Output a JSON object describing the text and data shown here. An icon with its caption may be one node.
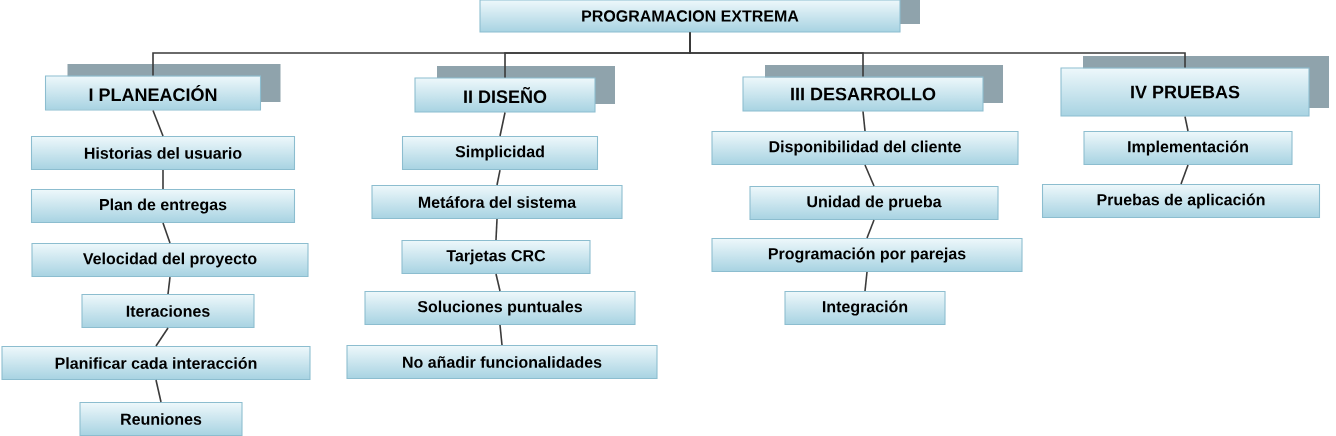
{
  "diagram": {
    "nodes": [
      {
        "text": [
          "PROGRAMACION EXTREMA"
        ]
      },
      {
        "text": [
          "I PLANEACIÓN"
        ]
      },
      {
        "text": [
          "II DISEÑO"
        ]
      },
      {
        "text": [
          "III DESARROLLO"
        ]
      },
      {
        "text": [
          "IV PRUEBAS"
        ]
      },
      {
        "text": [
          "Historias del usuario"
        ]
      },
      {
        "text": [
          "Plan de entregas"
        ]
      },
      {
        "text": [
          "Velocidad del proyecto"
        ]
      },
      {
        "text": [
          "Iteraciones"
        ]
      },
      {
        "text": [
          "Planificar cada interacción"
        ]
      },
      {
        "text": [
          "Reuniones"
        ]
      },
      {
        "text": [
          "Simplicidad"
        ]
      },
      {
        "text": [
          "Metáfora del sistema"
        ]
      },
      {
        "text": [
          "Tarjetas CRC"
        ]
      },
      {
        "text": [
          "Soluciones  puntuales"
        ]
      },
      {
        "text": [
          "No añadir funcionalidades"
        ]
      },
      {
        "text": [
          "Disponibilidad del cliente"
        ]
      },
      {
        "text": [
          "Unidad de prueba"
        ]
      },
      {
        "text": [
          "Programación por parejas"
        ]
      },
      {
        "text": [
          "Integración"
        ]
      },
      {
        "text": [
          "Implementación"
        ]
      },
      {
        "text": [
          "Pruebas de  aplicación"
        ]
      }
    ],
    "edges": [
      {
        "from": 0,
        "to": 1,
        "arrow": "none"
      },
      {
        "from": 0,
        "to": 2,
        "arrow": "none"
      },
      {
        "from": 0,
        "to": 3,
        "arrow": "none"
      },
      {
        "from": 0,
        "to": 4,
        "arrow": "none"
      },
      {
        "from": 1,
        "to": 5,
        "arrow": "none"
      },
      {
        "from": 5,
        "to": 6,
        "arrow": "none"
      },
      {
        "from": 6,
        "to": 7,
        "arrow": "none"
      },
      {
        "from": 7,
        "to": 8,
        "arrow": "none"
      },
      {
        "from": 8,
        "to": 9,
        "arrow": "none"
      },
      {
        "from": 9,
        "to": 10,
        "arrow": "none"
      },
      {
        "from": 2,
        "to": 11,
        "arrow": "none"
      },
      {
        "from": 11,
        "to": 12,
        "arrow": "none"
      },
      {
        "from": 12,
        "to": 13,
        "arrow": "none"
      },
      {
        "from": 13,
        "to": 14,
        "arrow": "none"
      },
      {
        "from": 14,
        "to": 15,
        "arrow": "none"
      },
      {
        "from": 3,
        "to": 16,
        "arrow": "none"
      },
      {
        "from": 16,
        "to": 17,
        "arrow": "none"
      },
      {
        "from": 17,
        "to": 18,
        "arrow": "none"
      },
      {
        "from": 18,
        "to": 19,
        "arrow": "none"
      },
      {
        "from": 4,
        "to": 20,
        "arrow": "none"
      },
      {
        "from": 20,
        "to": 21,
        "arrow": "none"
      }
    ]
  }
}
